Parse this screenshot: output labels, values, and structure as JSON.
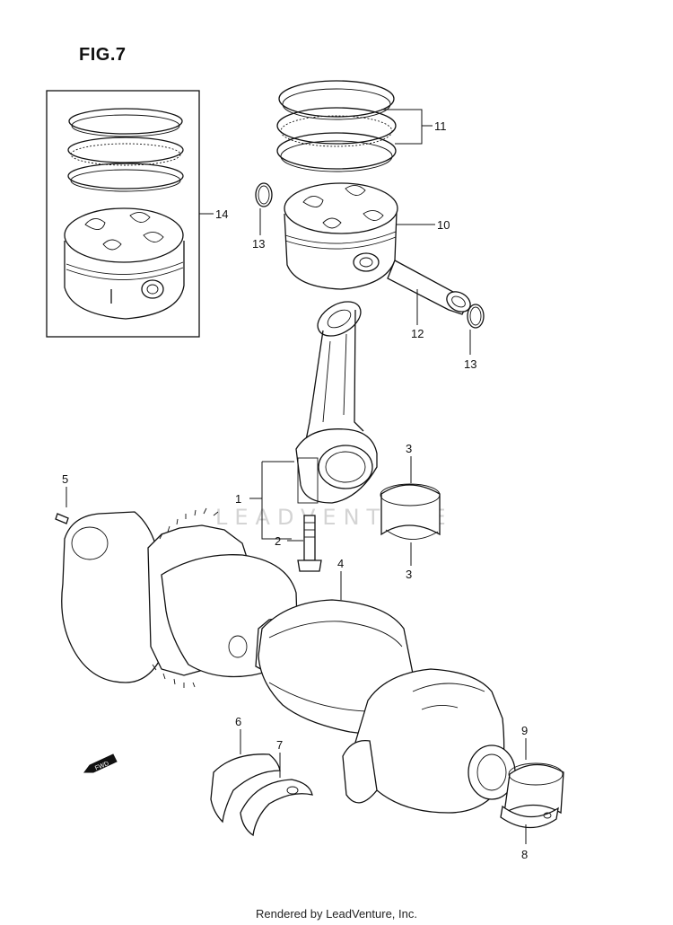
{
  "figure": {
    "title": "FIG.7"
  },
  "watermark": "LEADVENTURE",
  "footer": "Rendered by LeadVenture, Inc.",
  "fwd_badge": "FWD",
  "callouts": [
    "1",
    "2",
    "3",
    "3",
    "4",
    "5",
    "6",
    "7",
    "8",
    "9",
    "10",
    "11",
    "12",
    "13",
    "13",
    "14"
  ],
  "parts": [
    {
      "name": "piston-ring-set",
      "callout": "11"
    },
    {
      "name": "piston",
      "callout": "10"
    },
    {
      "name": "piston-pin",
      "callout": "12"
    },
    {
      "name": "piston-pin-circlip",
      "callout": "13"
    },
    {
      "name": "piston-assembly-set",
      "callout": "14"
    },
    {
      "name": "connecting-rod-assembly",
      "callout": "1"
    },
    {
      "name": "connecting-rod-bolt",
      "callout": "2"
    },
    {
      "name": "crank-pin-bearing",
      "callout": "3"
    },
    {
      "name": "crankshaft",
      "callout": "4"
    },
    {
      "name": "dowel-pin",
      "callout": "5"
    },
    {
      "name": "thrust-bearing-6",
      "callout": "6"
    },
    {
      "name": "thrust-bearing-7",
      "callout": "7"
    },
    {
      "name": "crankshaft-journal-bearing-8",
      "callout": "8"
    },
    {
      "name": "crankshaft-journal-bearing-9",
      "callout": "9"
    }
  ]
}
